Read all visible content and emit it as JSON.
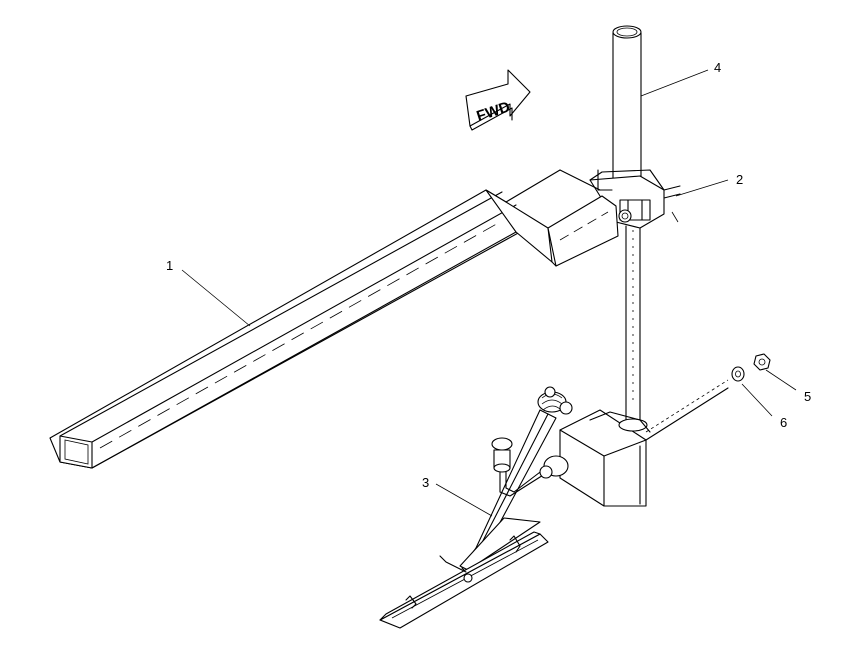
{
  "direction_arrow": {
    "label": "FWD"
  },
  "callouts": [
    {
      "number": "1"
    },
    {
      "number": "2"
    },
    {
      "number": "3"
    },
    {
      "number": "4"
    },
    {
      "number": "5"
    },
    {
      "number": "6"
    }
  ]
}
